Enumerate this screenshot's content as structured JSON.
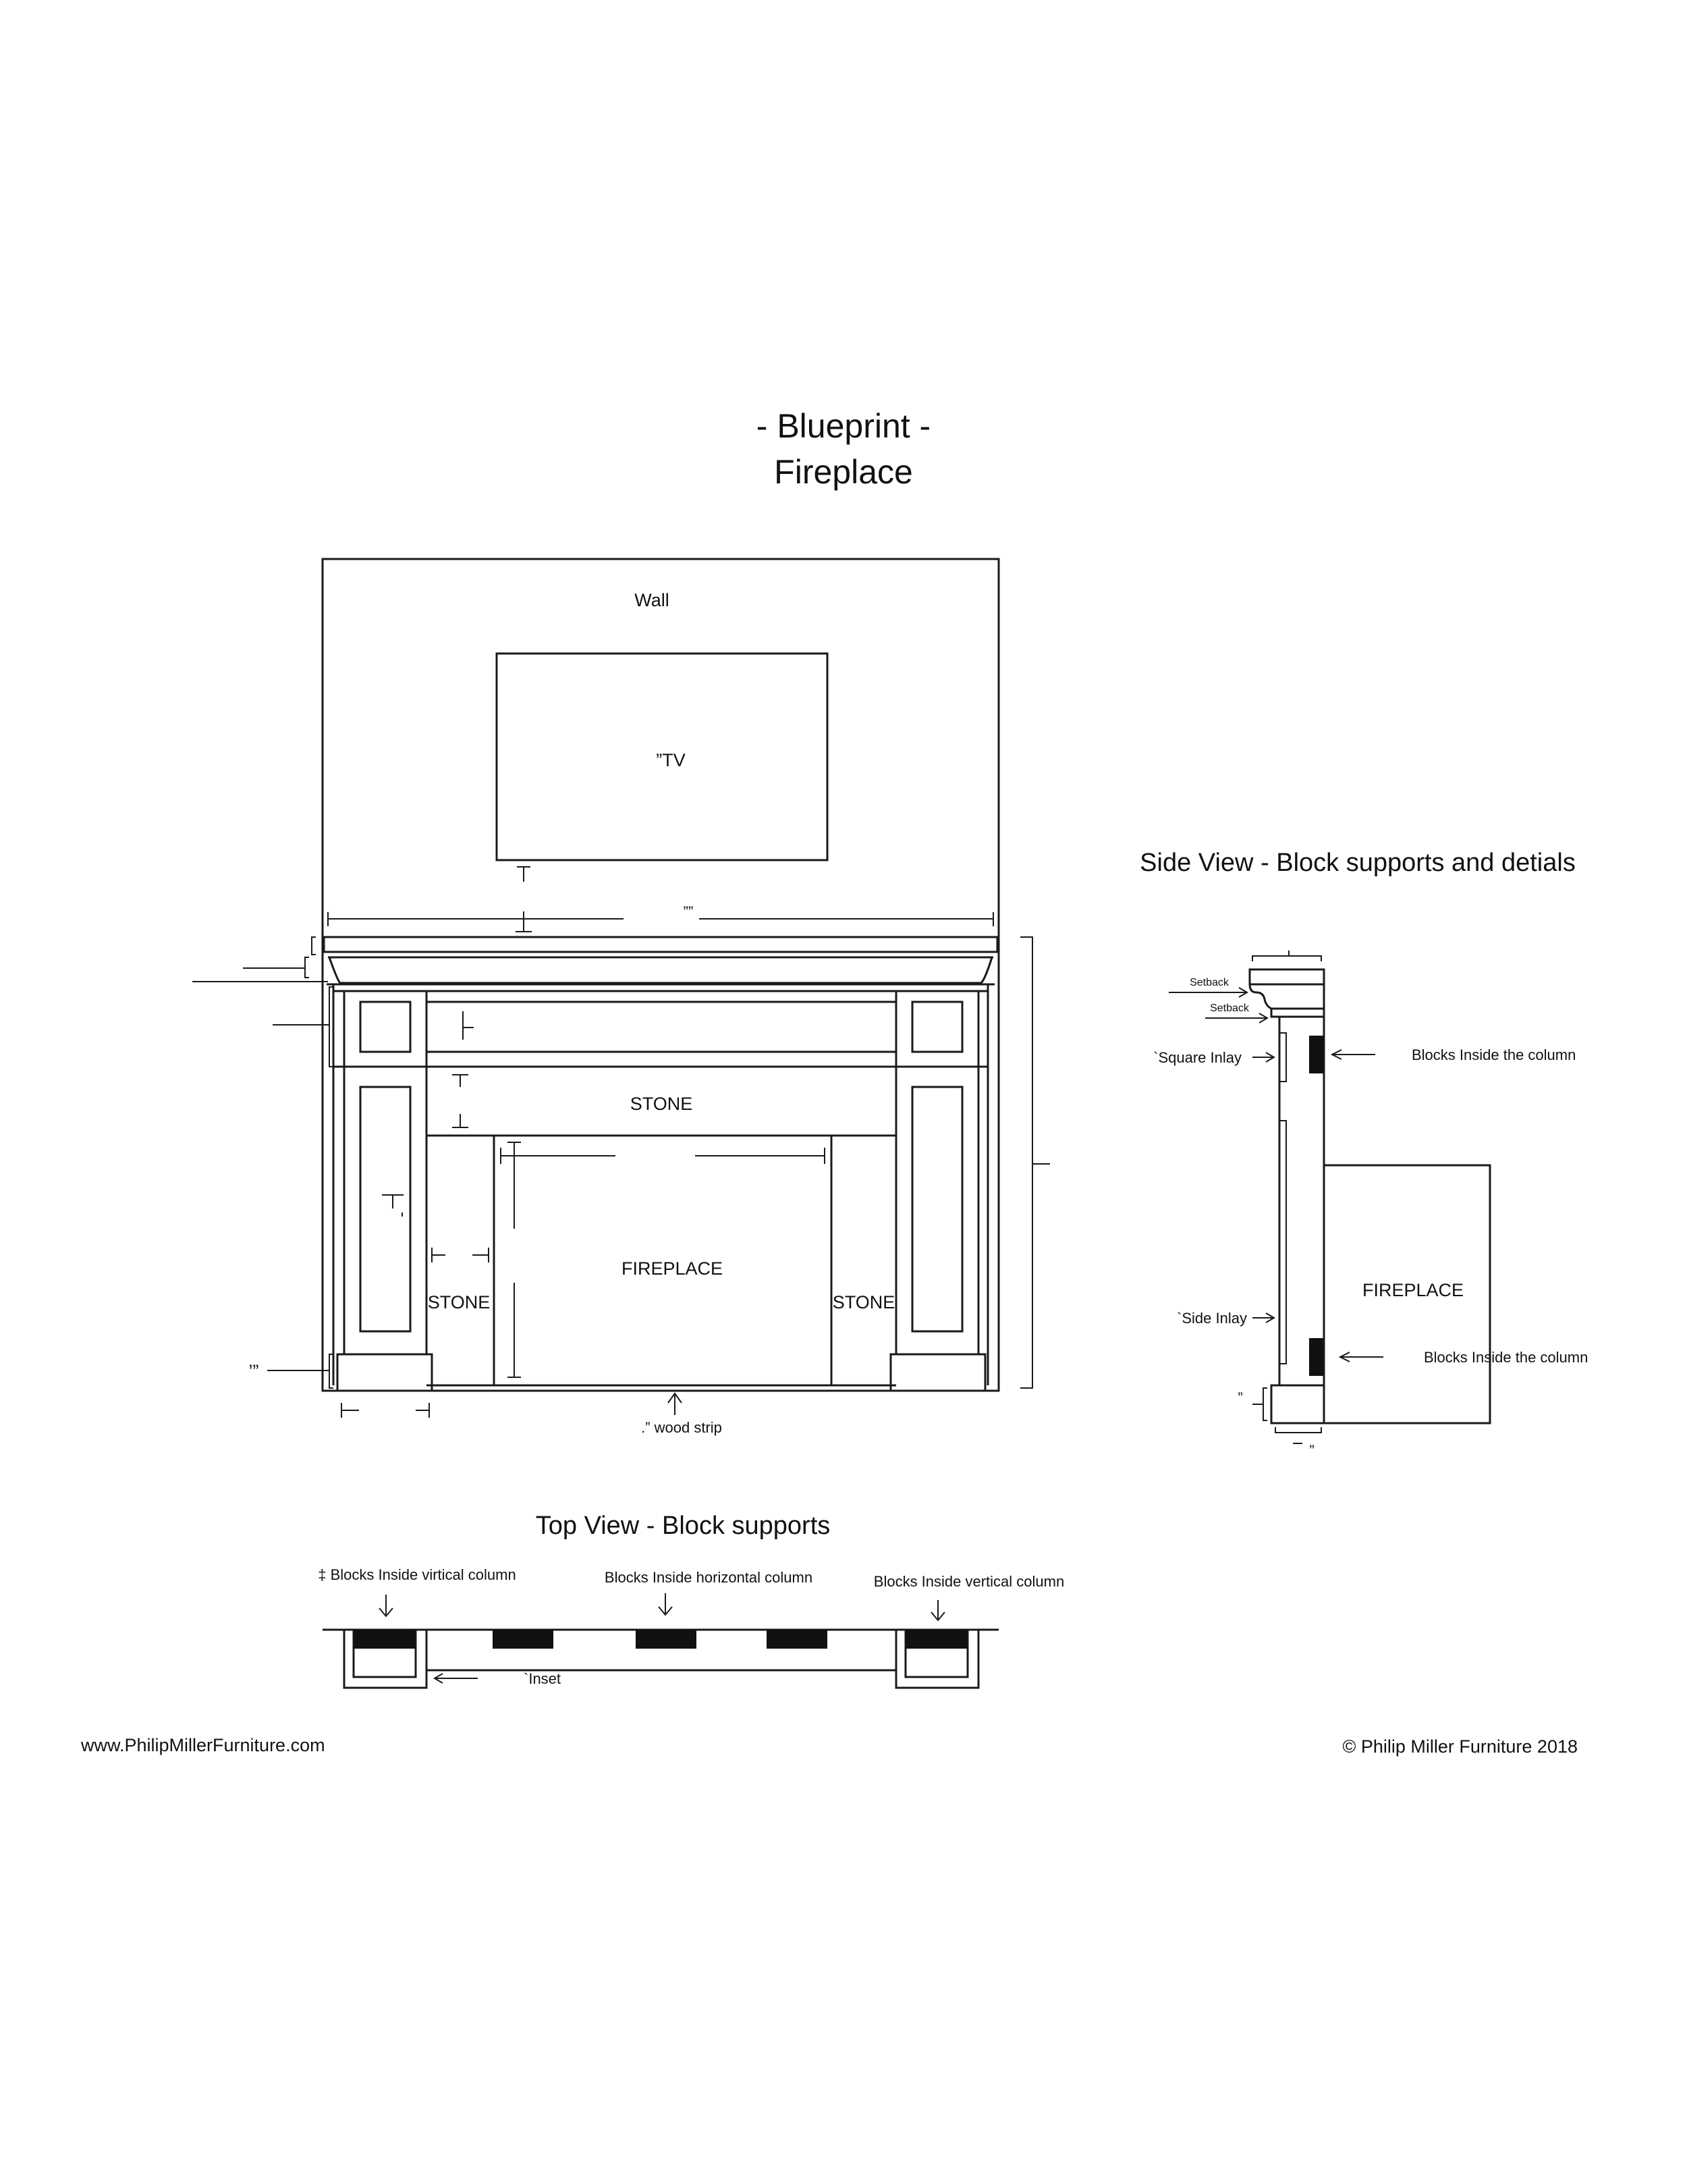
{
  "title": {
    "line1": "- Blueprint -",
    "line2": "Fireplace"
  },
  "front_view": {
    "wall": "Wall",
    "tv": "”TV",
    "mantel_width_mark": "””",
    "stone_top": "STONE",
    "stone_left": "STONE",
    "stone_right": "STONE",
    "fireplace": "FIREPLACE",
    "plinth_height_mark": "’”",
    "wood_strip": ".” wood strip"
  },
  "side_view": {
    "heading": "Side View - Block supports and detials",
    "setback_top": "Setback",
    "setback_bottom": "Setback",
    "square_inlay": "`Square Inlay",
    "blocks_top": "Blocks Inside the column",
    "fireplace": "FIREPLACE",
    "side_inlay": "`Side Inlay",
    "blocks_bottom": "Blocks Inside the column",
    "plinth_mark": "”",
    "depth_mark": "”"
  },
  "top_view": {
    "heading": "Top View - Block supports",
    "left_label": "‡ Blocks Inside virtical column",
    "middle_label": "Blocks Inside horizontal column",
    "right_label": "Blocks Inside vertical column",
    "inset": "`Inset"
  },
  "footer": {
    "website": "www.PhilipMillerFurniture.com",
    "copyright": "© Philip Miller Furniture 2018"
  }
}
